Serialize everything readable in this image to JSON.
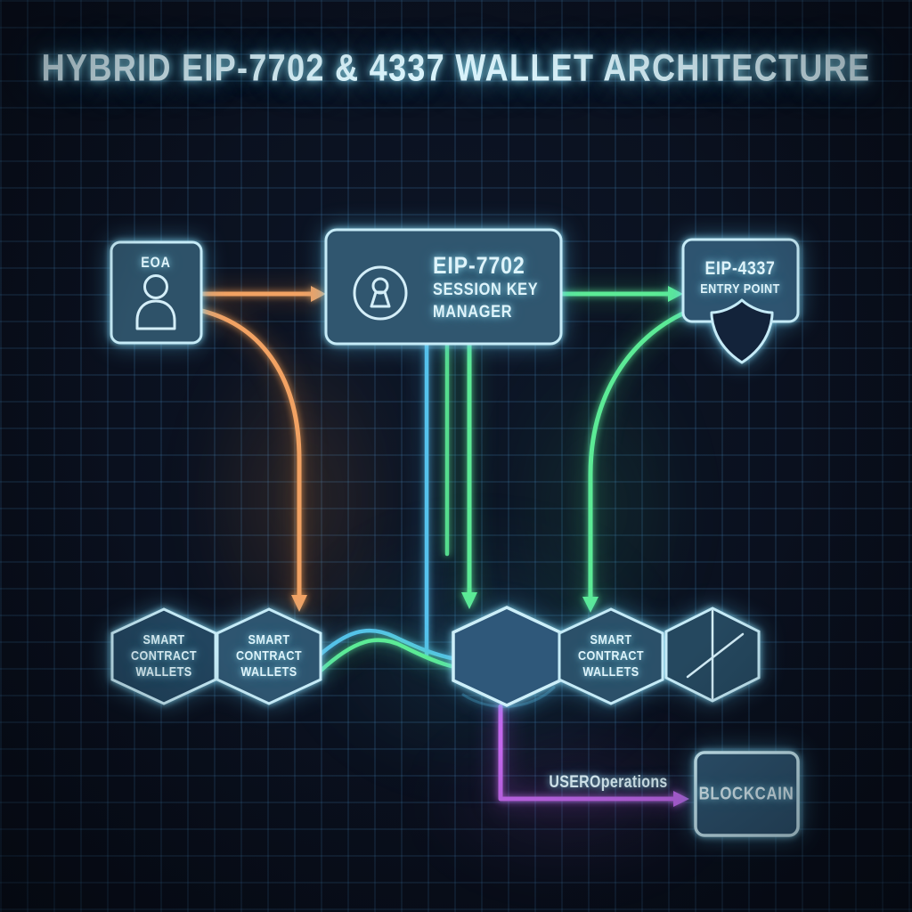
{
  "title": "HYBRID EIP-7702 & 4337 WALLET ARCHITECTURE",
  "nodes": {
    "eoa": {
      "label": "EOA",
      "icon": "user-icon"
    },
    "session_key_manager": {
      "lines": [
        "EIP-7702",
        "SESSION KEY",
        "MANAGER"
      ],
      "icon": "lock-icon"
    },
    "entry_point": {
      "lines": [
        "EIP-4337",
        "ENTRY POINT"
      ],
      "icon": "shield-icon"
    },
    "smart_contract_wallets_1": {
      "lines": [
        "SMART",
        "CONTRACT",
        "WALLETS"
      ]
    },
    "smart_contract_wallets_2": {
      "lines": [
        "SMART",
        "CONTRACT",
        "WALLETS"
      ]
    },
    "wallet_hex_empty": {
      "label": ""
    },
    "smart_contract_wallets_3": {
      "lines": [
        "SMART",
        "CONTRACT",
        "WALLETS"
      ]
    },
    "node_hex": {
      "icon": "network-node-icon"
    },
    "blockchain": {
      "label": "BLOCKCAIN"
    }
  },
  "edges": {
    "user_operations": {
      "label": "USEROperations",
      "color": "purple"
    },
    "eoa_to_manager": {
      "color": "orange"
    },
    "eoa_to_wallet": {
      "color": "orange"
    },
    "manager_to_entry_point": {
      "color": "green"
    },
    "manager_down_blue": {
      "color": "blue"
    },
    "manager_down_green": {
      "color": "green"
    },
    "entry_point_to_wallet": {
      "color": "green"
    }
  },
  "colors": {
    "background": "#0a101e",
    "grid": "#1f4160",
    "node_fill": "#30566f",
    "node_fill_dark": "#22455f",
    "node_border": "#c6ebf7",
    "orange": "#f2a263",
    "green": "#5ceb96",
    "blue": "#56c2ee",
    "purple": "#c468ee",
    "text": "#dff4fb"
  }
}
